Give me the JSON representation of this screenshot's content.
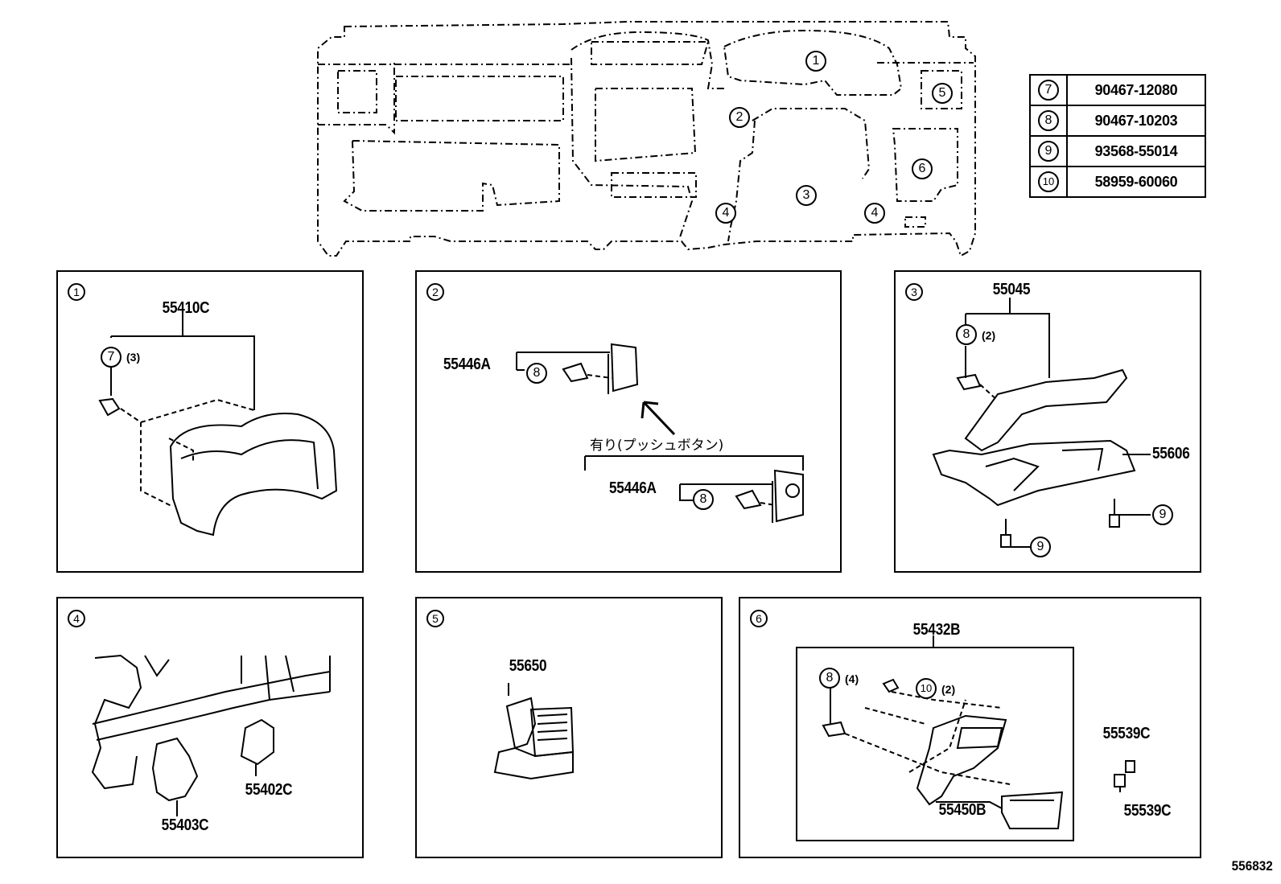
{
  "legend": [
    {
      "ref": "7",
      "part": "90467-12080"
    },
    {
      "ref": "8",
      "part": "90467-10203"
    },
    {
      "ref": "9",
      "part": "93568-55014"
    },
    {
      "ref": "10",
      "part": "58959-60060"
    }
  ],
  "overview": {
    "callouts": [
      "1",
      "2",
      "3",
      "4",
      "4",
      "5",
      "6"
    ]
  },
  "panels": [
    {
      "index": "1",
      "labels": [
        "55410C"
      ],
      "refs": [
        {
          "ref": "7",
          "qty": "(3)"
        }
      ]
    },
    {
      "index": "2",
      "labels": [
        "55446A",
        "55446A"
      ],
      "note": "有り(プッシュボタン)",
      "refs": [
        {
          "ref": "8",
          "qty": ""
        },
        {
          "ref": "8",
          "qty": ""
        }
      ]
    },
    {
      "index": "3",
      "labels": [
        "55045",
        "55606"
      ],
      "refs": [
        {
          "ref": "8",
          "qty": "(2)"
        },
        {
          "ref": "9",
          "qty": ""
        },
        {
          "ref": "9",
          "qty": ""
        }
      ]
    },
    {
      "index": "4",
      "labels": [
        "55402C",
        "55403C"
      ],
      "refs": []
    },
    {
      "index": "5",
      "labels": [
        "55650"
      ],
      "refs": []
    },
    {
      "index": "6",
      "labels": [
        "55432B",
        "55450B",
        "55539C",
        "55539C"
      ],
      "refs": [
        {
          "ref": "8",
          "qty": "(4)"
        },
        {
          "ref": "10",
          "qty": "(2)"
        }
      ]
    }
  ],
  "diagram_code": "556832"
}
